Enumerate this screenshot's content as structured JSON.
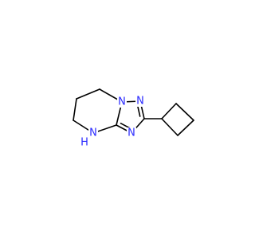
{
  "structure": {
    "atom_colors": {
      "N": "#2a2aff",
      "C": "#000000"
    },
    "labels": [
      {
        "id": "n-bridge",
        "text": "N",
        "element": "N"
      },
      {
        "id": "n-triazole-upper",
        "text": "N",
        "element": "N"
      },
      {
        "id": "n-triazole-lower",
        "text": "N",
        "element": "N"
      },
      {
        "id": "nh",
        "text": "N",
        "element": "N"
      },
      {
        "id": "nh-h",
        "text": "H",
        "element": "N"
      }
    ]
  }
}
